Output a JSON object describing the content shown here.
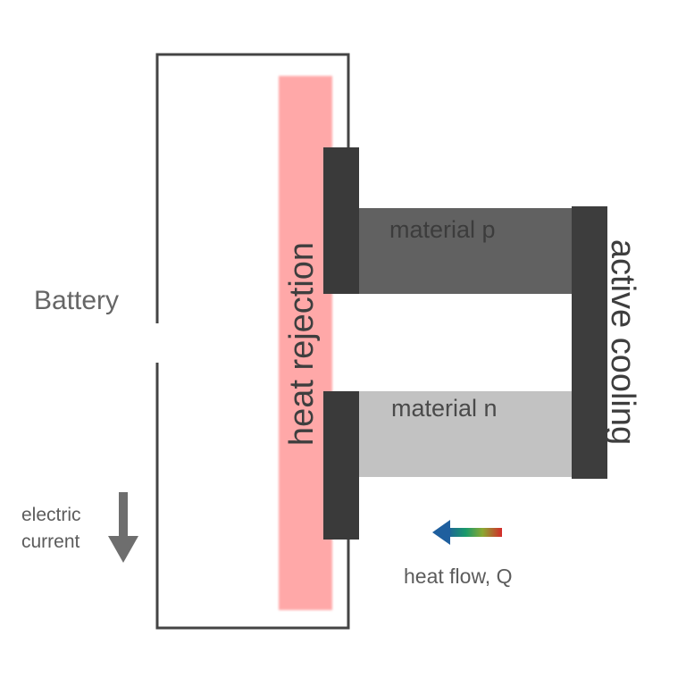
{
  "labels": {
    "battery": "Battery",
    "current_line1": "electric",
    "current_line2": "current",
    "heat_rejection": "heat rejection",
    "active_cooling": "active cooling",
    "material_p": "material p",
    "material_n": "material n",
    "heat_flow": "heat flow, Q"
  },
  "colors": {
    "circuit_wire": "#444444",
    "heat_rejection_zone": "#ff9a9a",
    "electrode": "#3a3a3a",
    "material_p": "#616161",
    "material_n": "#c2c2c2",
    "arrow_current": "#6e6e6e"
  },
  "icons": {
    "current_arrow": "arrow-down-icon",
    "heat_flow_arrow": "gradient-arrow-left-icon"
  }
}
